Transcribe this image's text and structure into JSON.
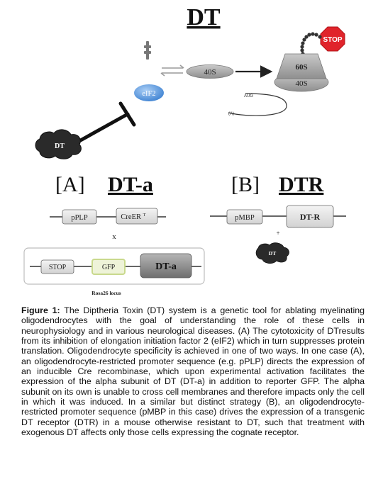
{
  "diagram": {
    "title": "DT",
    "stop": "STOP",
    "ribo_40s": "40S",
    "ribo_60s": "60S",
    "ribo_40s_bottom": "40S",
    "eif2": "eIF2",
    "aug": "AUG",
    "polya": "(A)",
    "toxin": "DT",
    "panel_a": {
      "letter": "[A]",
      "name": "DT-a"
    },
    "panel_b": {
      "letter": "[B]",
      "name": "DTR"
    },
    "pplp": "pPLP",
    "creer": "CreER",
    "creer_sup": "T",
    "times": "x",
    "stop_box": "STOP",
    "gfp": "GFP",
    "dta_box": "DT-a",
    "rosa": "Rosa26 locus",
    "pmbp": "pMBP",
    "dtr_box": "DT-R",
    "plus": "+",
    "dt_small": "DT",
    "colors": {
      "stop": "#e0242b",
      "eif2": "#4a90d9",
      "ribosome": "#a5a5a5",
      "dt": "#2a2a2a"
    }
  },
  "caption": {
    "label": "Figure 1:",
    "text": " The Diptheria Toxin (DT) system is a genetic tool for ablating myelinating oligodendrocytes with the goal of understanding the role of these cells in neurophysiology and in various neurological diseases. (A) The cytotoxicity of DTresults from its inhibition of elongation initiation factor 2 (eIF2) which in turn suppresses protein translation. Oligodendrocyte specificity is achieved in one of two ways. In one case (A), an oligodendrocyte-restricted promoter sequence (e.g. pPLP) directs the expression of an inducible Cre recombinase, which upon experimental activation facilitates the expression of the alpha subunit of DT (DT-a) in addition to reporter GFP. The alpha subunit on its own is unable to cross cell membranes and therefore impacts only the cell in which it was induced. In a similar but distinct strategy (B), an oligodendrocyte-restricted promoter sequence (pMBP in this case) drives the expression of a transgenic DT receptor (DTR) in a mouse otherwise resistant to DT, such that treatment with exogenous DT affects only those cells expressing the cognate receptor."
  }
}
